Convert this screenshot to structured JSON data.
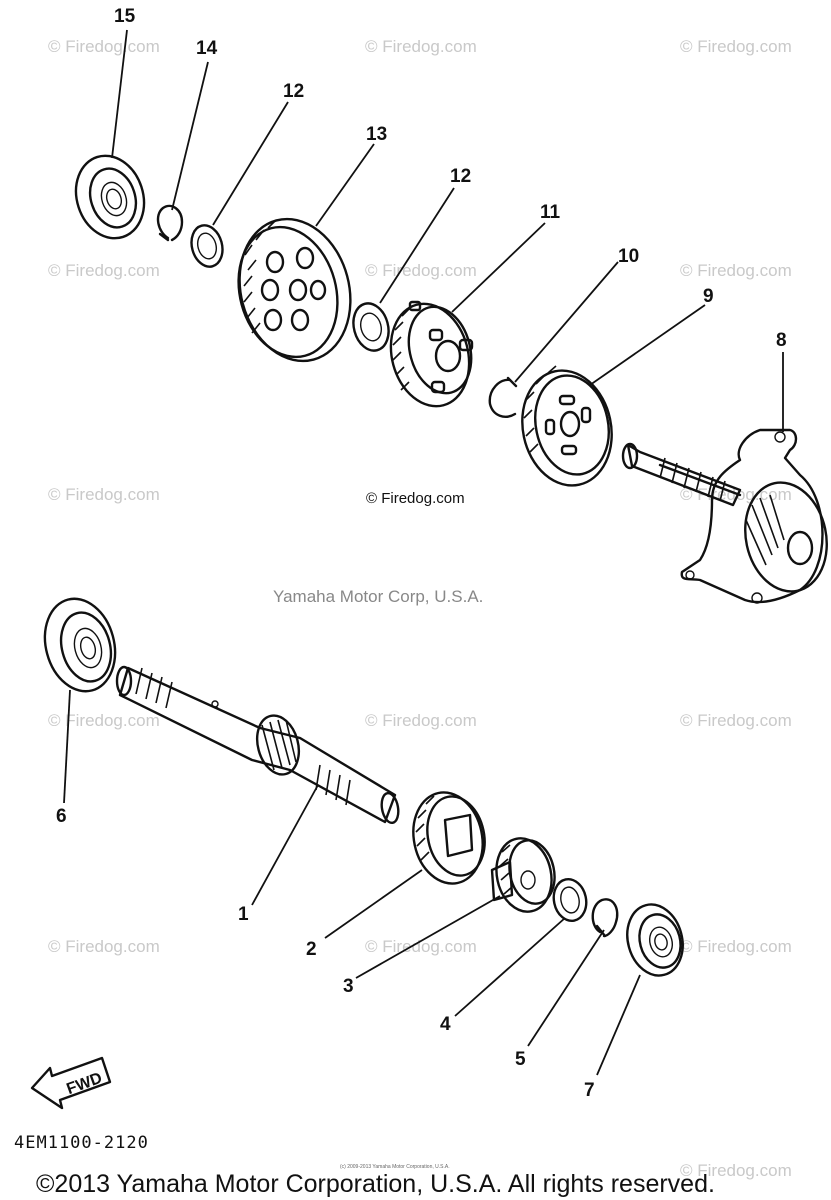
{
  "watermarks": [
    "© Firedog.com",
    "© Firedog.com",
    "© Firedog.com",
    "© Firedog.com",
    "© Firedog.com",
    "© Firedog.com",
    "© Firedog.com",
    "© Firedog.com",
    "© Firedog.com",
    "© Firedog.com",
    "© Firedog.com",
    "© Firedog.com",
    "© Firedog.com",
    "© Firedog.com",
    "© Firedog.com"
  ],
  "center_watermark": "© Firedog.com",
  "company_credit": "Yamaha Motor Corp, U.S.A.",
  "callouts": [
    "15",
    "14",
    "12",
    "13",
    "12",
    "11",
    "10",
    "9",
    "8",
    "6",
    "1",
    "2",
    "3",
    "4",
    "5",
    "7"
  ],
  "fwd_label": "FWD",
  "diagram_code": "4EM1100-2120",
  "tiny_notice": "(c) 2009-2013 Yamaha Motor Corporation, U.S.A.",
  "copyright": "©2013 Yamaha Motor Corporation, U.S.A. All rights reserved."
}
